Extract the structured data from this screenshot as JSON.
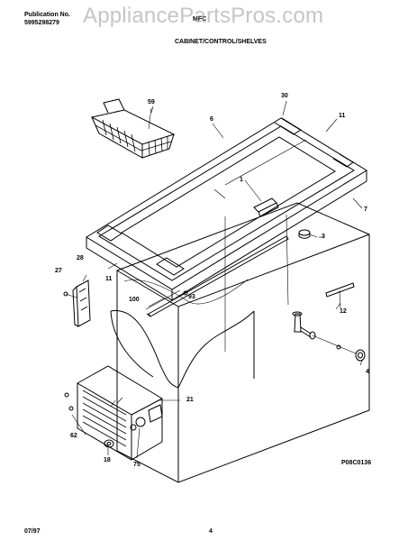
{
  "header": {
    "publication_label": "Publication No.",
    "publication_number": "5995298279",
    "model_partial": "MFC",
    "section_title": "CABINET/CONTROL/SHELVES"
  },
  "watermark": "AppliancePartsPros.com",
  "callouts": [
    "59",
    "30",
    "6",
    "11",
    "1",
    "7",
    "3",
    "28",
    "27",
    "11",
    "100",
    "93",
    "12",
    "4",
    "21",
    "62",
    "18",
    "75"
  ],
  "diagram_code": "P08C0136",
  "footer": {
    "date": "07/97",
    "page": "4"
  }
}
